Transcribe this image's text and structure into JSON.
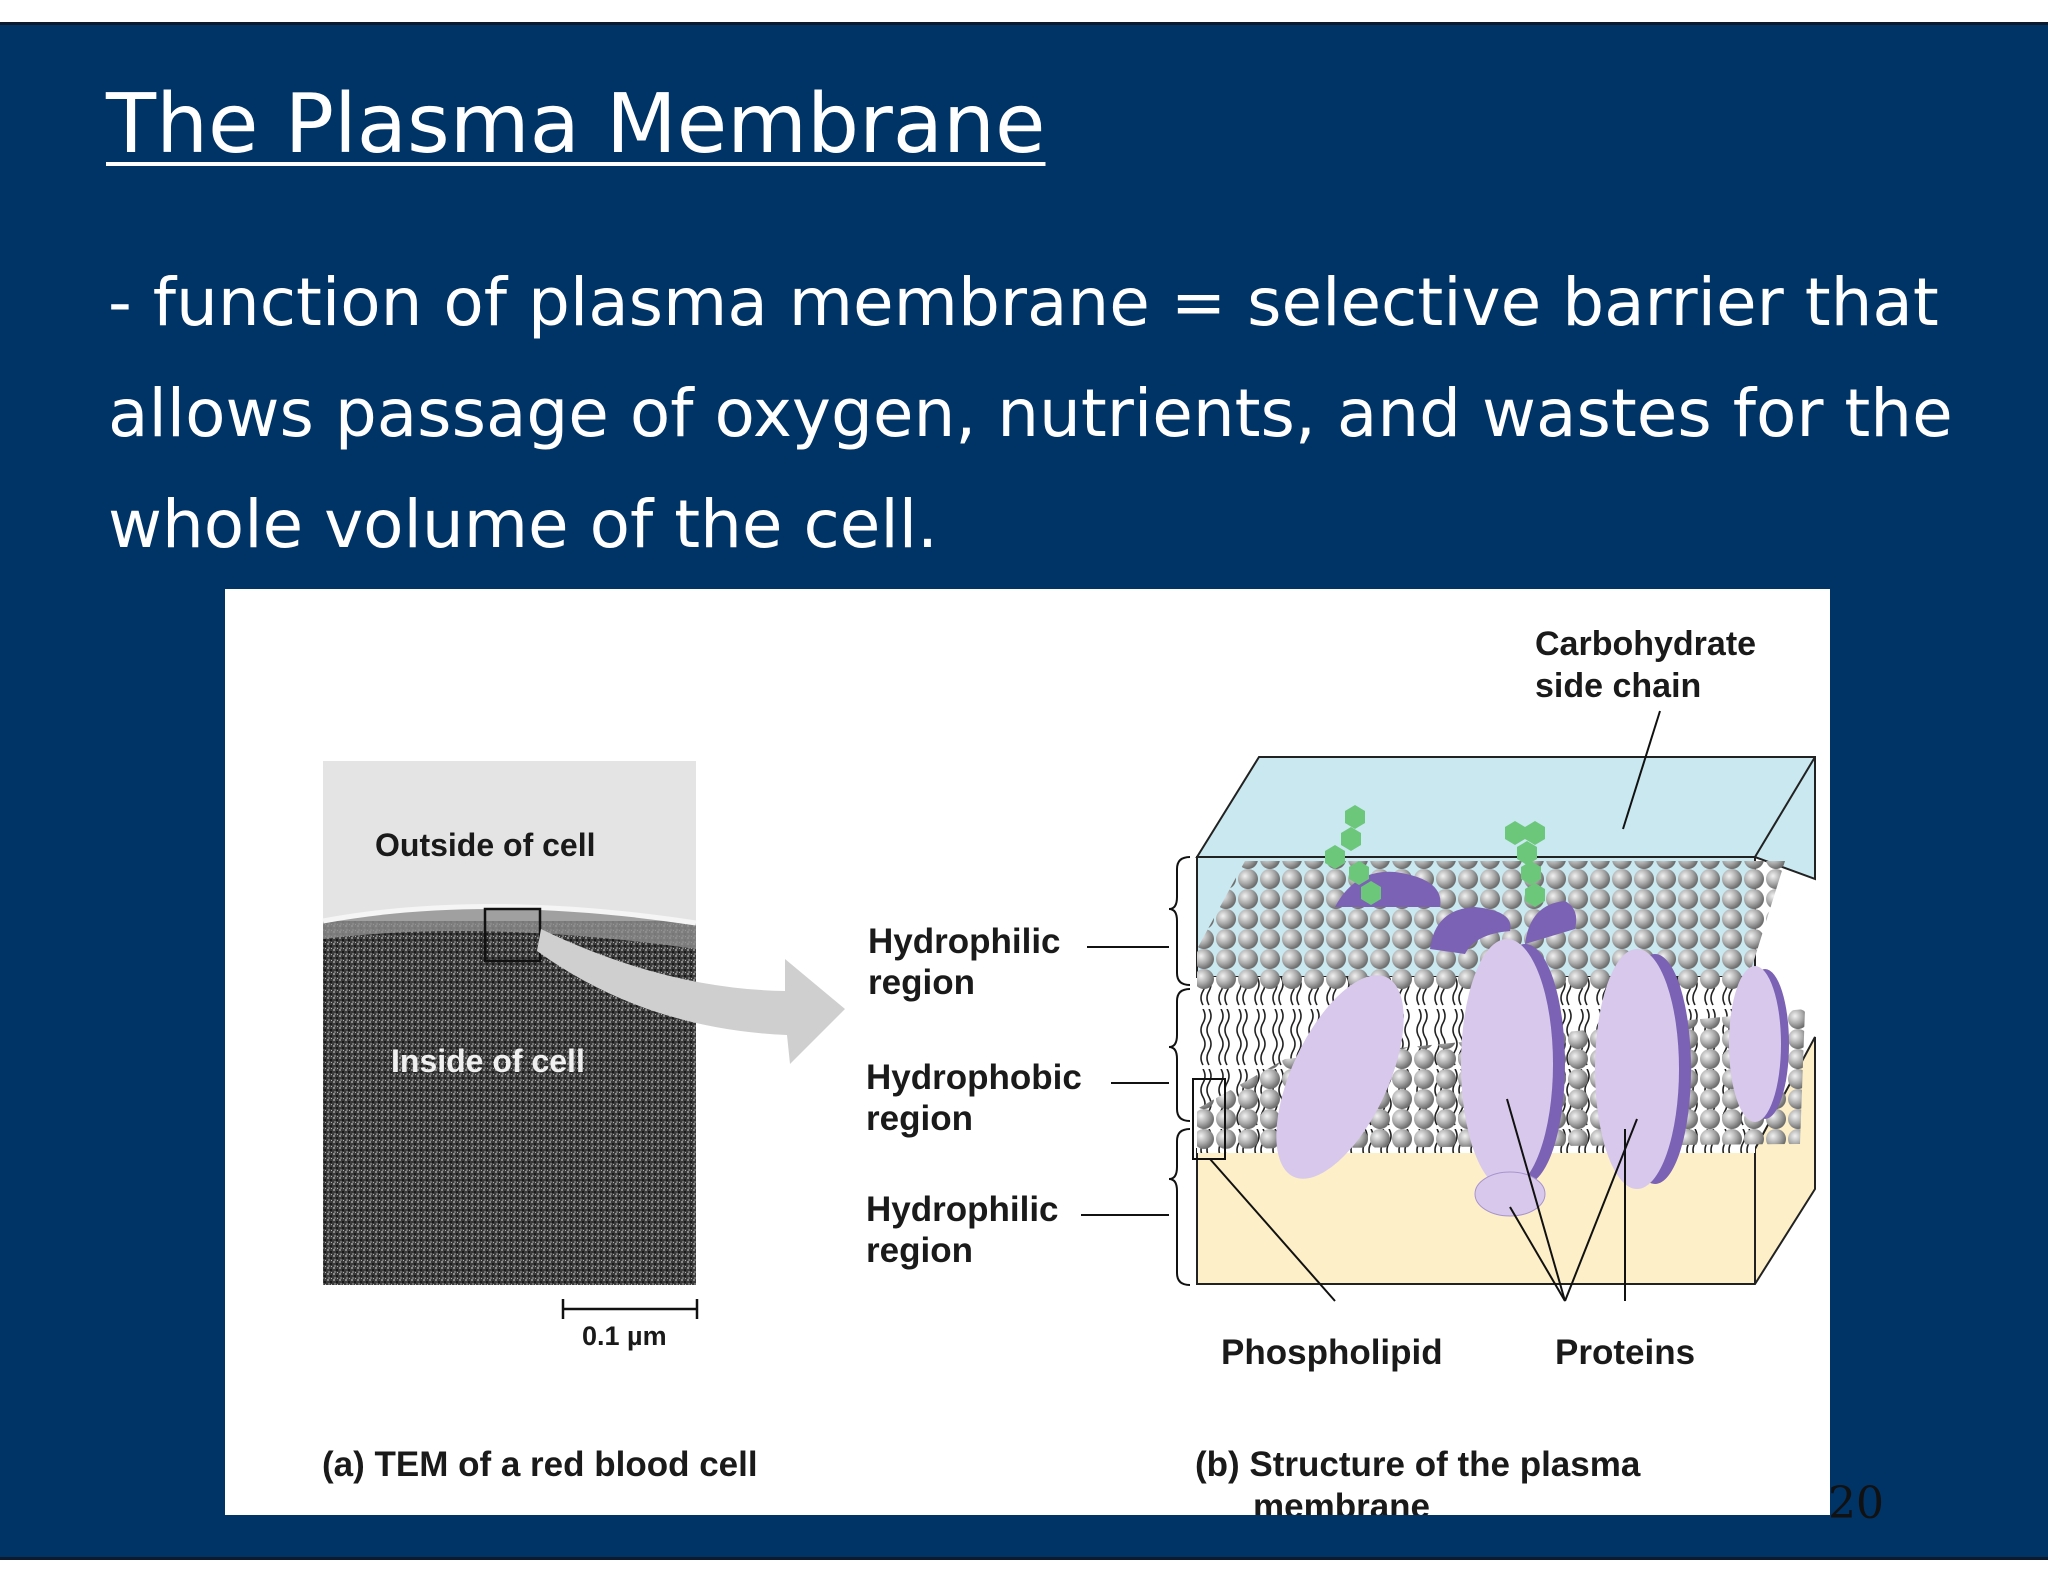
{
  "slide": {
    "title": "The Plasma Membrane",
    "body": "- function of plasma membrane = selective barrier that allows passage of oxygen, nutrients, and wastes for the whole volume of the cell.",
    "page_number": "20"
  },
  "figure": {
    "tem": {
      "outside_label": "Outside of cell",
      "inside_label": "Inside of cell",
      "scale_label": "0.1 µm",
      "caption": "(a) TEM of a red blood cell"
    },
    "membrane": {
      "carb_line1": "Carbohydrate",
      "carb_line2": "side chain",
      "hydrophilic_top_1": "Hydrophilic",
      "hydrophilic_top_2": "region",
      "hydrophobic_1": "Hydrophobic",
      "hydrophobic_2": "region",
      "hydrophilic_bottom_1": "Hydrophilic",
      "hydrophilic_bottom_2": "region",
      "phospholipid": "Phospholipid",
      "proteins": "Proteins",
      "caption_1": "(b) Structure of the plasma",
      "caption_2": "membrane"
    },
    "colors": {
      "slide_bg": "#003366",
      "fluid_top": "#c9e8f0",
      "fluid_bottom": "#fdf0c8",
      "protein_light": "#d8c9ec",
      "protein_dark": "#7b62b4",
      "carbohydrate": "#6cc77a",
      "lipid_head": "#b9b9b9"
    }
  }
}
